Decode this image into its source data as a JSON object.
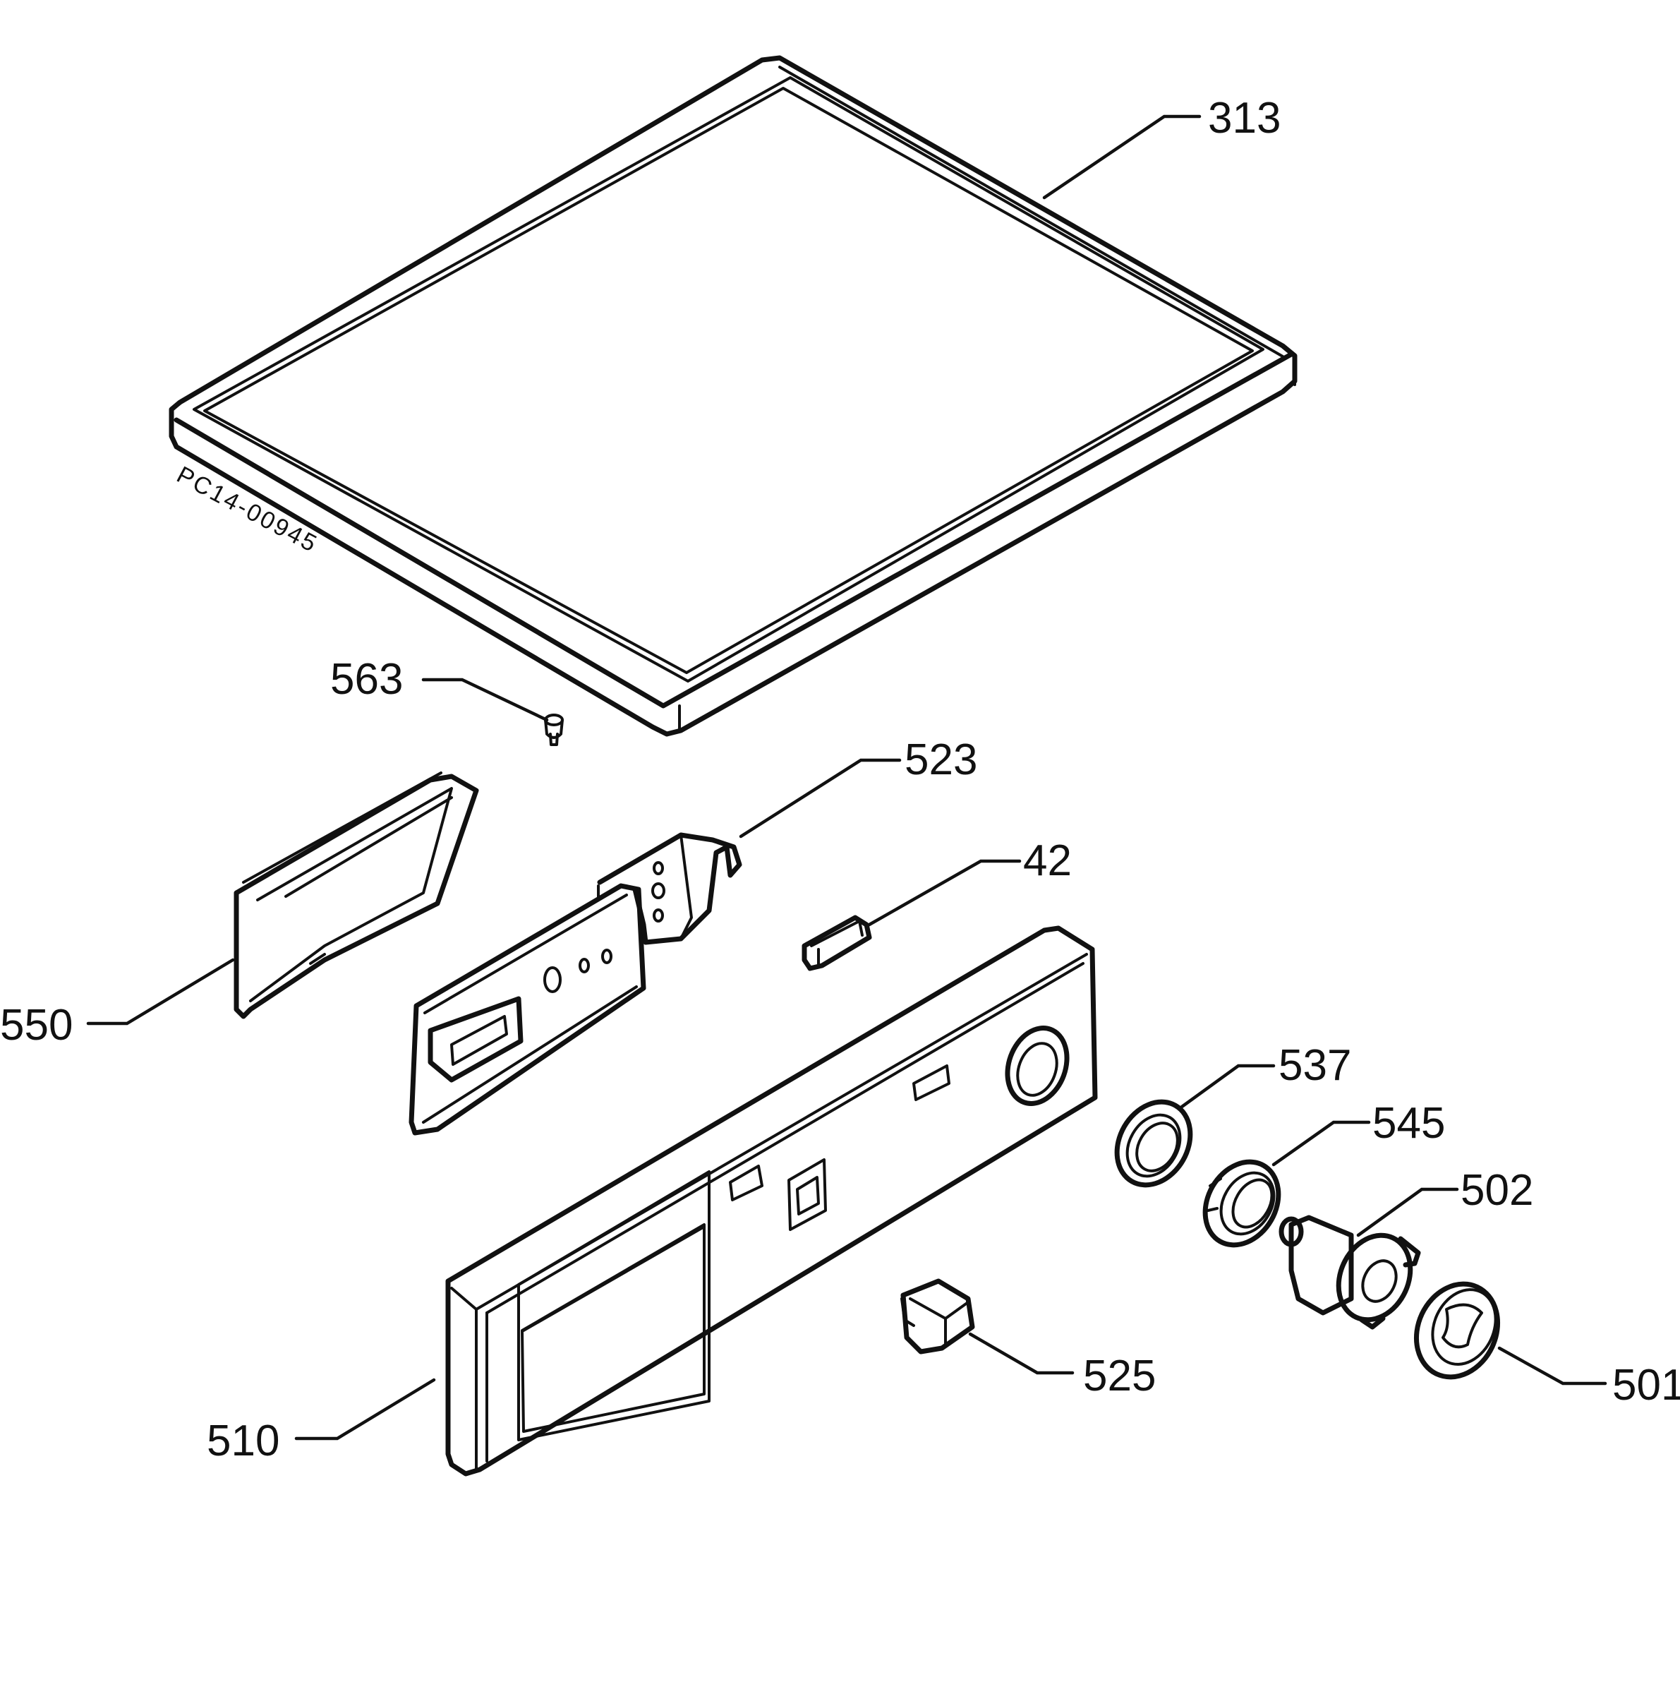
{
  "drawing_code": "PC14-00945",
  "parts": {
    "p313": {
      "label": "313"
    },
    "p563": {
      "label": "563"
    },
    "p523": {
      "label": "523"
    },
    "p42": {
      "label": "42"
    },
    "p550": {
      "label": "550"
    },
    "p537": {
      "label": "537"
    },
    "p545": {
      "label": "545"
    },
    "p502": {
      "label": "502"
    },
    "p510": {
      "label": "510"
    },
    "p525": {
      "label": "525"
    },
    "p501": {
      "label": "501"
    }
  }
}
